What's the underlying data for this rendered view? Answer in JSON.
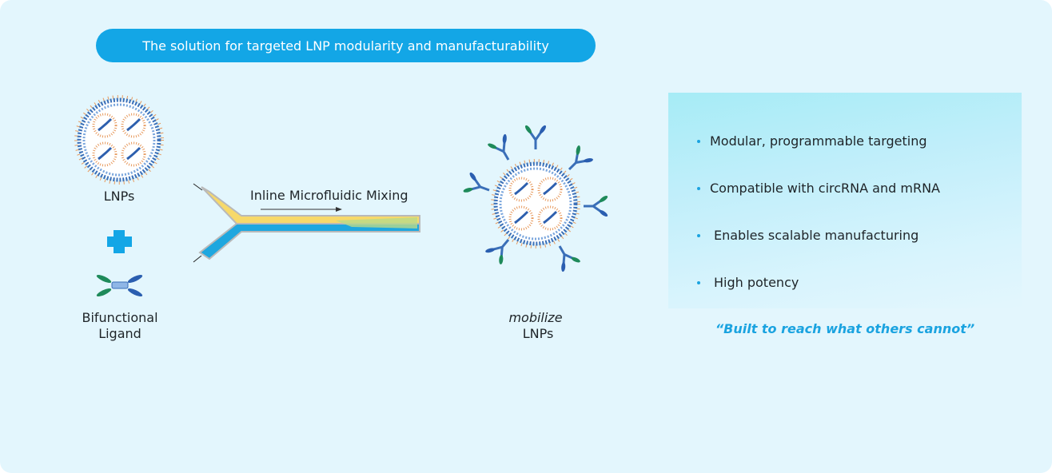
{
  "header": {
    "title": "The solution for targeted LNP modularity and manufacturability"
  },
  "diagram": {
    "lnps_label": "LNPs",
    "ligand_label_line1": "Bifunctional",
    "ligand_label_line2": "Ligand",
    "mixing_label": "Inline Microfluidic Mixing",
    "result_label_line1": "mobilize",
    "result_label_line2": "LNPs"
  },
  "features": {
    "items": [
      {
        "label": "Modular, programmable targeting"
      },
      {
        "label": "Compatible with circRNA and mRNA"
      },
      {
        "label": "Enables scalable manufacturing"
      },
      {
        "label": "High potency"
      }
    ],
    "quote": "“Built to reach what others cannot”"
  },
  "colors": {
    "accent": "#13a6e6",
    "background": "#e3f6fd",
    "yellow": "#f7d96a",
    "blue": "#1ea7df"
  }
}
